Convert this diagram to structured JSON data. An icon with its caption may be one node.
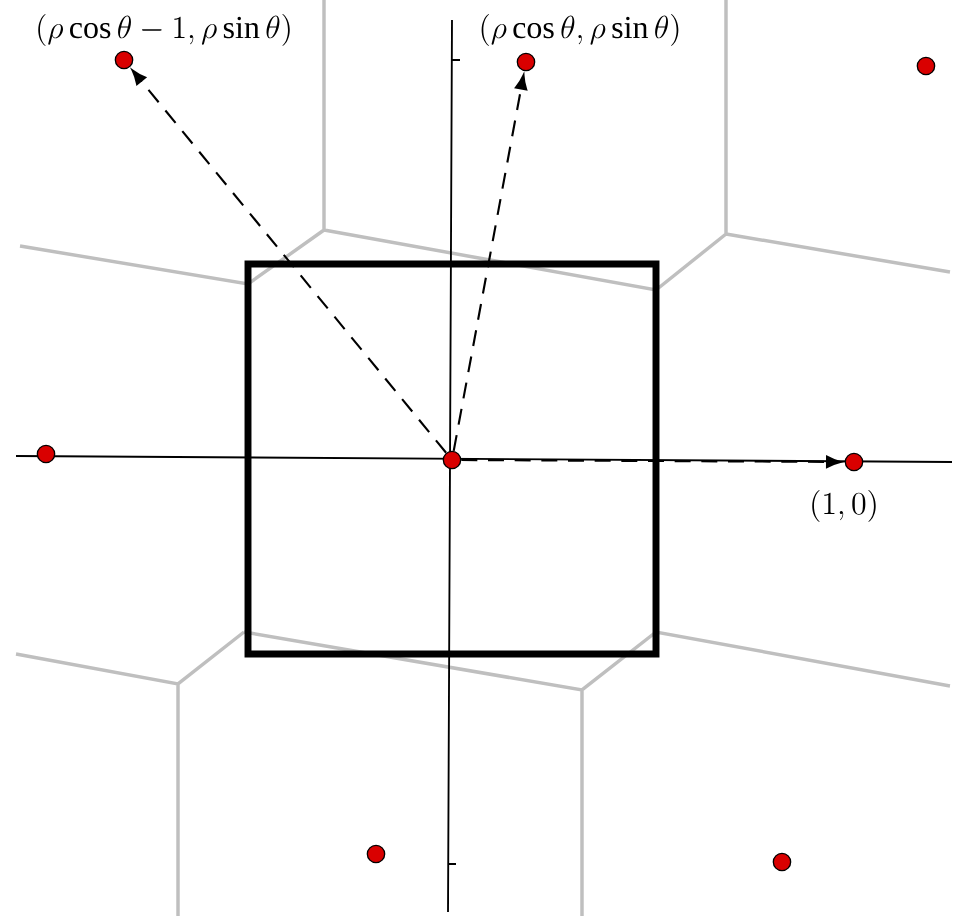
{
  "diagram": {
    "nodes": [
      {
        "text": [],
        "shape": "circle",
        "beside": [
          "(\\rho\\cos\\theta - 1, \\rho\\sin\\theta)"
        ]
      },
      {
        "text": [],
        "shape": "circle",
        "beside": [
          "(\\rho\\cos\\theta, \\rho\\sin\\theta)"
        ]
      },
      {
        "text": [],
        "shape": "circle"
      },
      {
        "text": [],
        "shape": "circle"
      },
      {
        "text": [],
        "shape": "circle"
      },
      {
        "text": [],
        "shape": "circle",
        "beside": [
          "(1, 0)"
        ]
      },
      {
        "text": [],
        "shape": "circle"
      },
      {
        "text": [],
        "shape": "circle"
      }
    ],
    "edges": [
      {
        "from": 4,
        "to": 0,
        "arrow": "to",
        "style": "dashed"
      },
      {
        "from": 4,
        "to": 1,
        "arrow": "to",
        "style": "dashed"
      },
      {
        "from": 4,
        "to": 5,
        "arrow": "to",
        "style": "dashed"
      }
    ]
  }
}
